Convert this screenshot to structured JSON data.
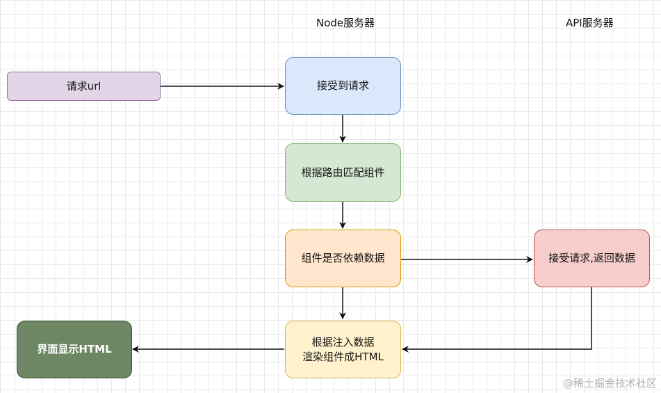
{
  "headers": {
    "node_server": "Node服务器",
    "api_server": "API服务器"
  },
  "nodes": {
    "request_url": {
      "text": "请求url",
      "fill": "#e1d5e7",
      "stroke": "#9673a6",
      "color": "#111111"
    },
    "receive_request": {
      "text": "接受到请求",
      "fill": "#dae8fc",
      "stroke": "#6c8ebf",
      "color": "#111111"
    },
    "match_component": {
      "text": "根据路由匹配组件",
      "fill": "#d5e8d4",
      "stroke": "#82b366",
      "color": "#111111"
    },
    "depends_on_data": {
      "text": "组件是否依赖数据",
      "fill": "#ffe6cc",
      "stroke": "#d79b00",
      "color": "#111111"
    },
    "api_receive_return": {
      "text": "接受请求,返回数据",
      "fill": "#f8cecc",
      "stroke": "#b85450",
      "color": "#111111"
    },
    "render_html": {
      "line1": "根据注入数据",
      "line2": "渲染组件成HTML",
      "fill": "#fff2cc",
      "stroke": "#d6b656",
      "color": "#111111"
    },
    "show_html": {
      "text": "界面显示HTML",
      "fill": "#6d8764",
      "stroke": "#3a5431",
      "color": "#ffffff"
    }
  },
  "edges": [
    {
      "from": "request_url",
      "to": "receive_request"
    },
    {
      "from": "receive_request",
      "to": "match_component"
    },
    {
      "from": "match_component",
      "to": "depends_on_data"
    },
    {
      "from": "depends_on_data",
      "to": "api_receive_return"
    },
    {
      "from": "depends_on_data",
      "to": "render_html"
    },
    {
      "from": "api_receive_return",
      "to": "render_html"
    },
    {
      "from": "render_html",
      "to": "show_html"
    }
  ],
  "watermark": "@稀土掘金技术社区"
}
